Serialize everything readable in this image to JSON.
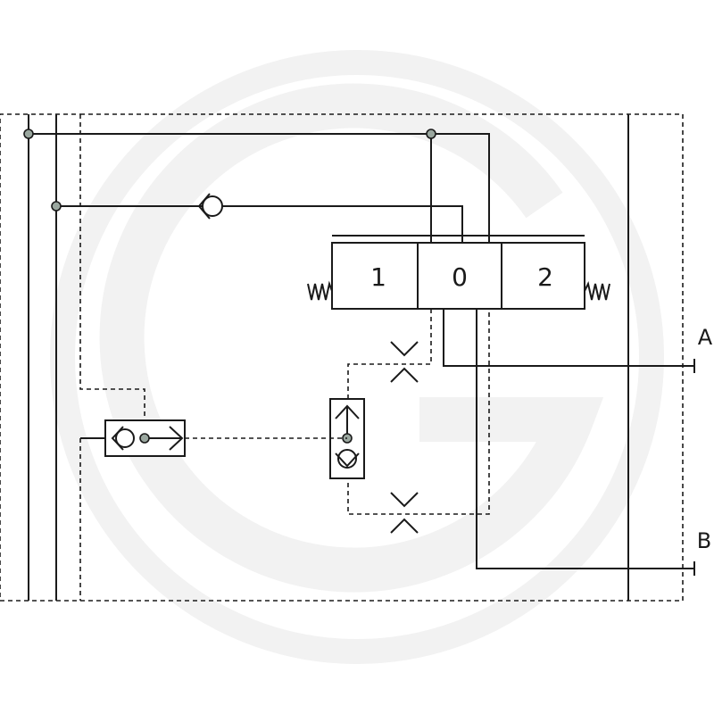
{
  "valve": {
    "positions": [
      "1",
      "0",
      "2"
    ]
  },
  "ports": {
    "a": "A",
    "b": "B"
  },
  "colors": {
    "line": "#1a1a1a",
    "junction": "#9aa79f",
    "watermark": "#f2f2f2"
  }
}
